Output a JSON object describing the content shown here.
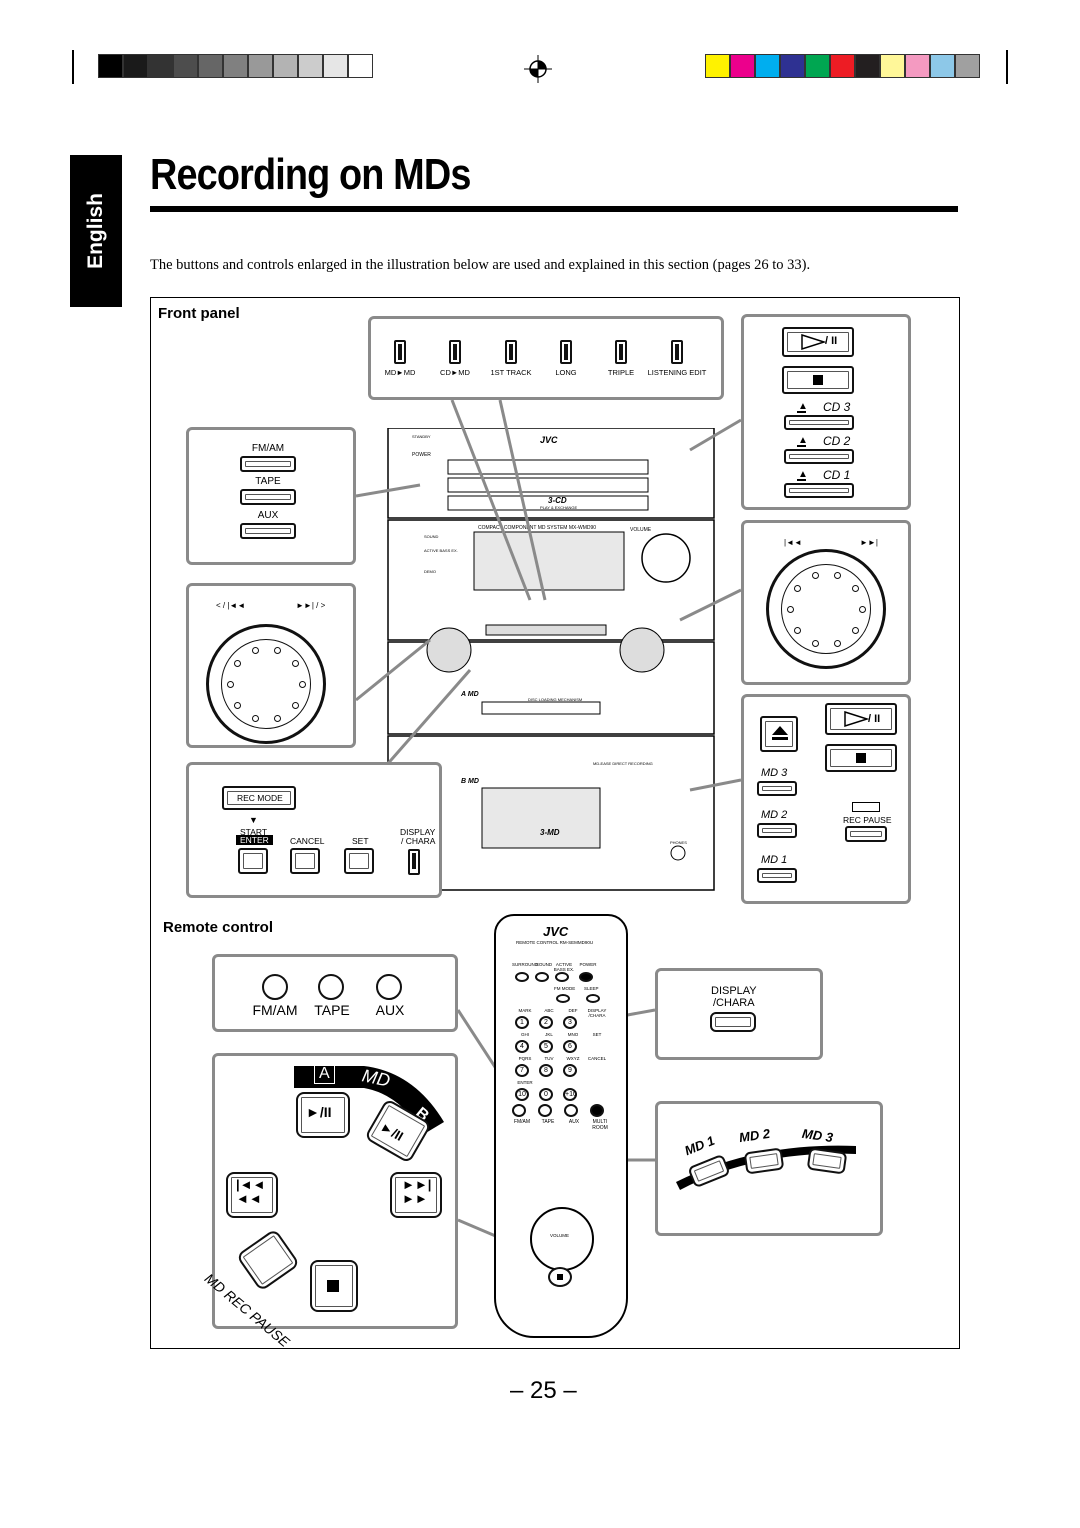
{
  "header": {
    "title": "Recording on MDs",
    "language_tab": "English",
    "intro": "The buttons and controls enlarged in the illustration below are used and explained in this section (pages 26 to 33).",
    "page_number": "– 25 –"
  },
  "colors": {
    "gray_bar": [
      "#000000",
      "#1a1a1a",
      "#333333",
      "#4d4d4d",
      "#666666",
      "#808080",
      "#999999",
      "#b3b3b3",
      "#cccccc",
      "#e6e6e6",
      "#ffffff"
    ],
    "color_bar": [
      "#fff200",
      "#ec008c",
      "#00aeef",
      "#2e3192",
      "#00a651",
      "#ed1c24",
      "#231f20",
      "#fff799",
      "#f49ac1",
      "#8dc8e8",
      "#a0a0a0"
    ],
    "panel_border": "#8a8a8a",
    "tab_bg": "#000000"
  },
  "front_panel": {
    "heading": "Front panel",
    "top_switches": [
      "MD►MD",
      "CD►MD",
      "1ST TRACK",
      "LONG",
      "TRIPLE",
      "LISTENING EDIT"
    ],
    "source_buttons": [
      "FM/AM",
      "TAPE",
      "AUX"
    ],
    "cd_transport": {
      "play_pause": "/ II",
      "stop": "■"
    },
    "cd_trays": [
      "CD 3",
      "CD 2",
      "CD 1"
    ],
    "skip_left": "< / |◄◄",
    "skip_right": "►►| / >",
    "rec_panel": {
      "rec_mode": "REC MODE",
      "start": "START",
      "enter": "ENTER",
      "cancel": "CANCEL",
      "set": "SET",
      "display": "DISPLAY",
      "chara": "/ CHARA"
    },
    "md_panel": {
      "play_pause": "/ II",
      "stop": "■",
      "md_slots": [
        "MD 3",
        "MD 2",
        "MD 1"
      ],
      "rec_pause": "REC PAUSE"
    },
    "unit": {
      "brand": "JVC",
      "system_name": "COMPACT COMPONENT MD SYSTEM MX-WMD90",
      "volume": "VOLUME",
      "power": "POWER",
      "standby": "STANDBY",
      "sound": "SOUND",
      "active_bass": "ACTIVE BASS EX.",
      "demo": "DEMO",
      "three_cd": "3-CD",
      "three_md": "3-MD",
      "play_exchange": "PLAY & EXCHANGE",
      "md_mechanism": "DISC LOADING MECHANISM",
      "md_direct": "MD-EASE DIRECT RECORDING",
      "phones": "PHONES",
      "a_md": "A MD",
      "b_md": "B MD"
    }
  },
  "remote": {
    "heading": "Remote control",
    "source_labels": [
      "FM/AM",
      "TAPE",
      "AUX"
    ],
    "md_a": "A",
    "md": "MD",
    "md_b": "B",
    "play_pause": "►/II",
    "md_rec_pause": "MD REC PAUSE",
    "display_chara": [
      "DISPLAY",
      "/CHARA"
    ],
    "md_buttons": [
      "MD 1",
      "MD 2",
      "MD 3"
    ],
    "unit": {
      "brand": "JVC",
      "model": "REMOTE CONTROL RM-SEMMD90U",
      "row1": [
        "SURROUND",
        "SOUND",
        "ACTIVE BASS EX.",
        "POWER"
      ],
      "row2": [
        "FM MODE",
        "SLEEP"
      ],
      "keypad_labels": [
        "MARK",
        "ABC",
        "DEF",
        "DISPLAY /CHARA",
        "GHI",
        "JKL",
        "MNO",
        "SET",
        "PQRS",
        "TUV",
        "WXYZ",
        "CANCEL",
        "ENTER"
      ],
      "keys": [
        "1",
        "2",
        "3",
        "4",
        "5",
        "6",
        "7",
        "8",
        "9",
        "10",
        "0",
        "+10"
      ],
      "sources": [
        "FM/AM",
        "TAPE",
        "AUX",
        "MULTI ROOM"
      ],
      "volume": "VOLUME"
    }
  }
}
